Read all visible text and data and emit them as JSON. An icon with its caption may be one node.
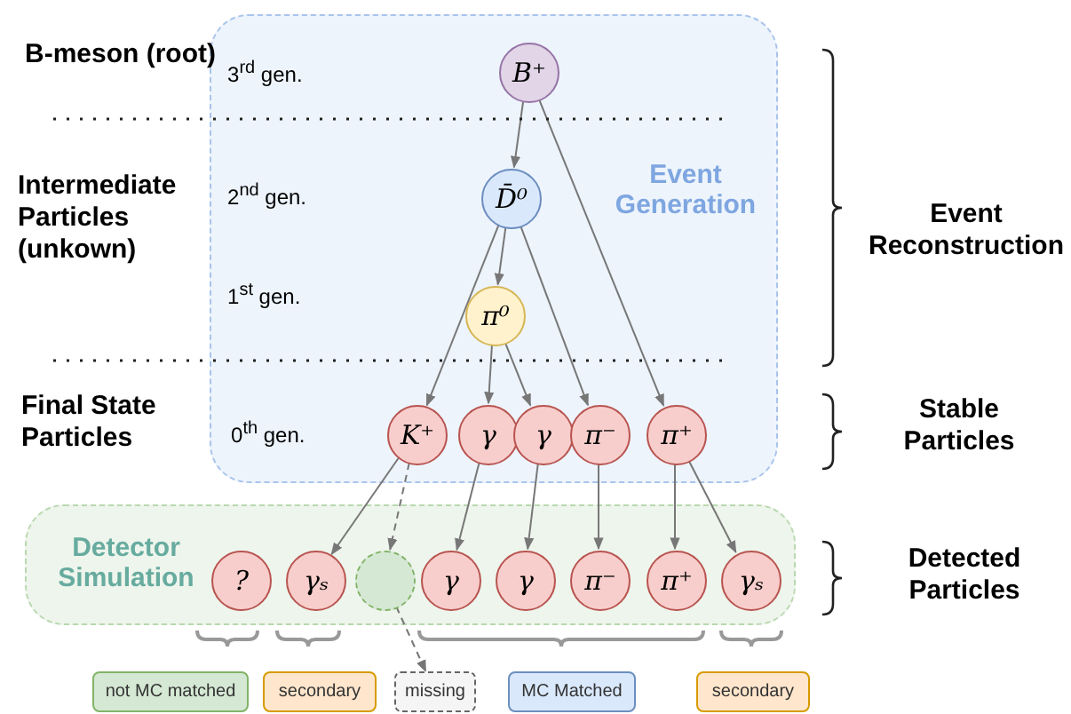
{
  "diagram": {
    "nodes": [
      {
        "text": [
          "Event Generation"
        ]
      },
      {
        "text": [
          "B⁺"
        ],
        "in": 0
      },
      {
        "text": [
          "D̄⁰"
        ],
        "in": 0
      },
      {
        "text": [
          "π⁰"
        ],
        "in": 0
      },
      {
        "text": [
          "K⁺"
        ],
        "in": 0
      },
      {
        "text": [
          "γ"
        ],
        "in": 0
      },
      {
        "text": [
          "γ"
        ],
        "in": 0
      },
      {
        "text": [
          "π⁻"
        ],
        "in": 0
      },
      {
        "text": [
          "π⁺"
        ],
        "in": 0
      },
      {
        "text": [
          "Detector Simulation"
        ]
      },
      {
        "text": [
          "?"
        ],
        "in": 9
      },
      {
        "text": [
          "γₛ"
        ],
        "in": 9
      },
      {
        "text": [],
        "shape": "circle",
        "in": 9
      },
      {
        "text": [
          "γ"
        ],
        "in": 9
      },
      {
        "text": [
          "γ"
        ],
        "in": 9
      },
      {
        "text": [
          "π⁻"
        ],
        "in": 9
      },
      {
        "text": [
          "π⁺"
        ],
        "in": 9
      },
      {
        "text": [
          "γₛ"
        ],
        "in": 9
      },
      {
        "text": [
          "not MC matched"
        ]
      },
      {
        "text": [
          "secondary"
        ]
      },
      {
        "text": [
          "missing"
        ]
      },
      {
        "text": [
          "MC Matched"
        ]
      },
      {
        "text": [
          "secondary"
        ]
      }
    ],
    "edges": [
      {
        "from": 1,
        "to": 2,
        "arrow": "to"
      },
      {
        "from": 1,
        "to": 8,
        "arrow": "to"
      },
      {
        "from": 2,
        "to": 3,
        "arrow": "to"
      },
      {
        "from": 2,
        "to": 4,
        "arrow": "to"
      },
      {
        "from": 2,
        "to": 7,
        "arrow": "to"
      },
      {
        "from": 3,
        "to": 5,
        "arrow": "to"
      },
      {
        "from": 3,
        "to": 6,
        "arrow": "to"
      },
      {
        "from": 4,
        "to": 11,
        "arrow": "to"
      },
      {
        "from": 4,
        "to": 12,
        "arrow": "to",
        "style": "dashed"
      },
      {
        "from": 5,
        "to": 13,
        "arrow": "to"
      },
      {
        "from": 6,
        "to": 14,
        "arrow": "to"
      },
      {
        "from": 7,
        "to": 15,
        "arrow": "to"
      },
      {
        "from": 8,
        "to": 16,
        "arrow": "to"
      },
      {
        "from": 8,
        "to": 17,
        "arrow": "to"
      },
      {
        "from": 12,
        "to": 20,
        "arrow": "to",
        "style": "dashed"
      }
    ],
    "labels": [
      "B-meson (root)",
      "3$^{rd}$ gen.",
      "Intermediate Particles (unkown)",
      "2$^{nd}$ gen.",
      "1$^{st}$ gen.",
      "Final State Particles",
      "0$^{th}$ gen.",
      "Event Reconstruction",
      "Stable Particles",
      "Detected Particles"
    ]
  }
}
